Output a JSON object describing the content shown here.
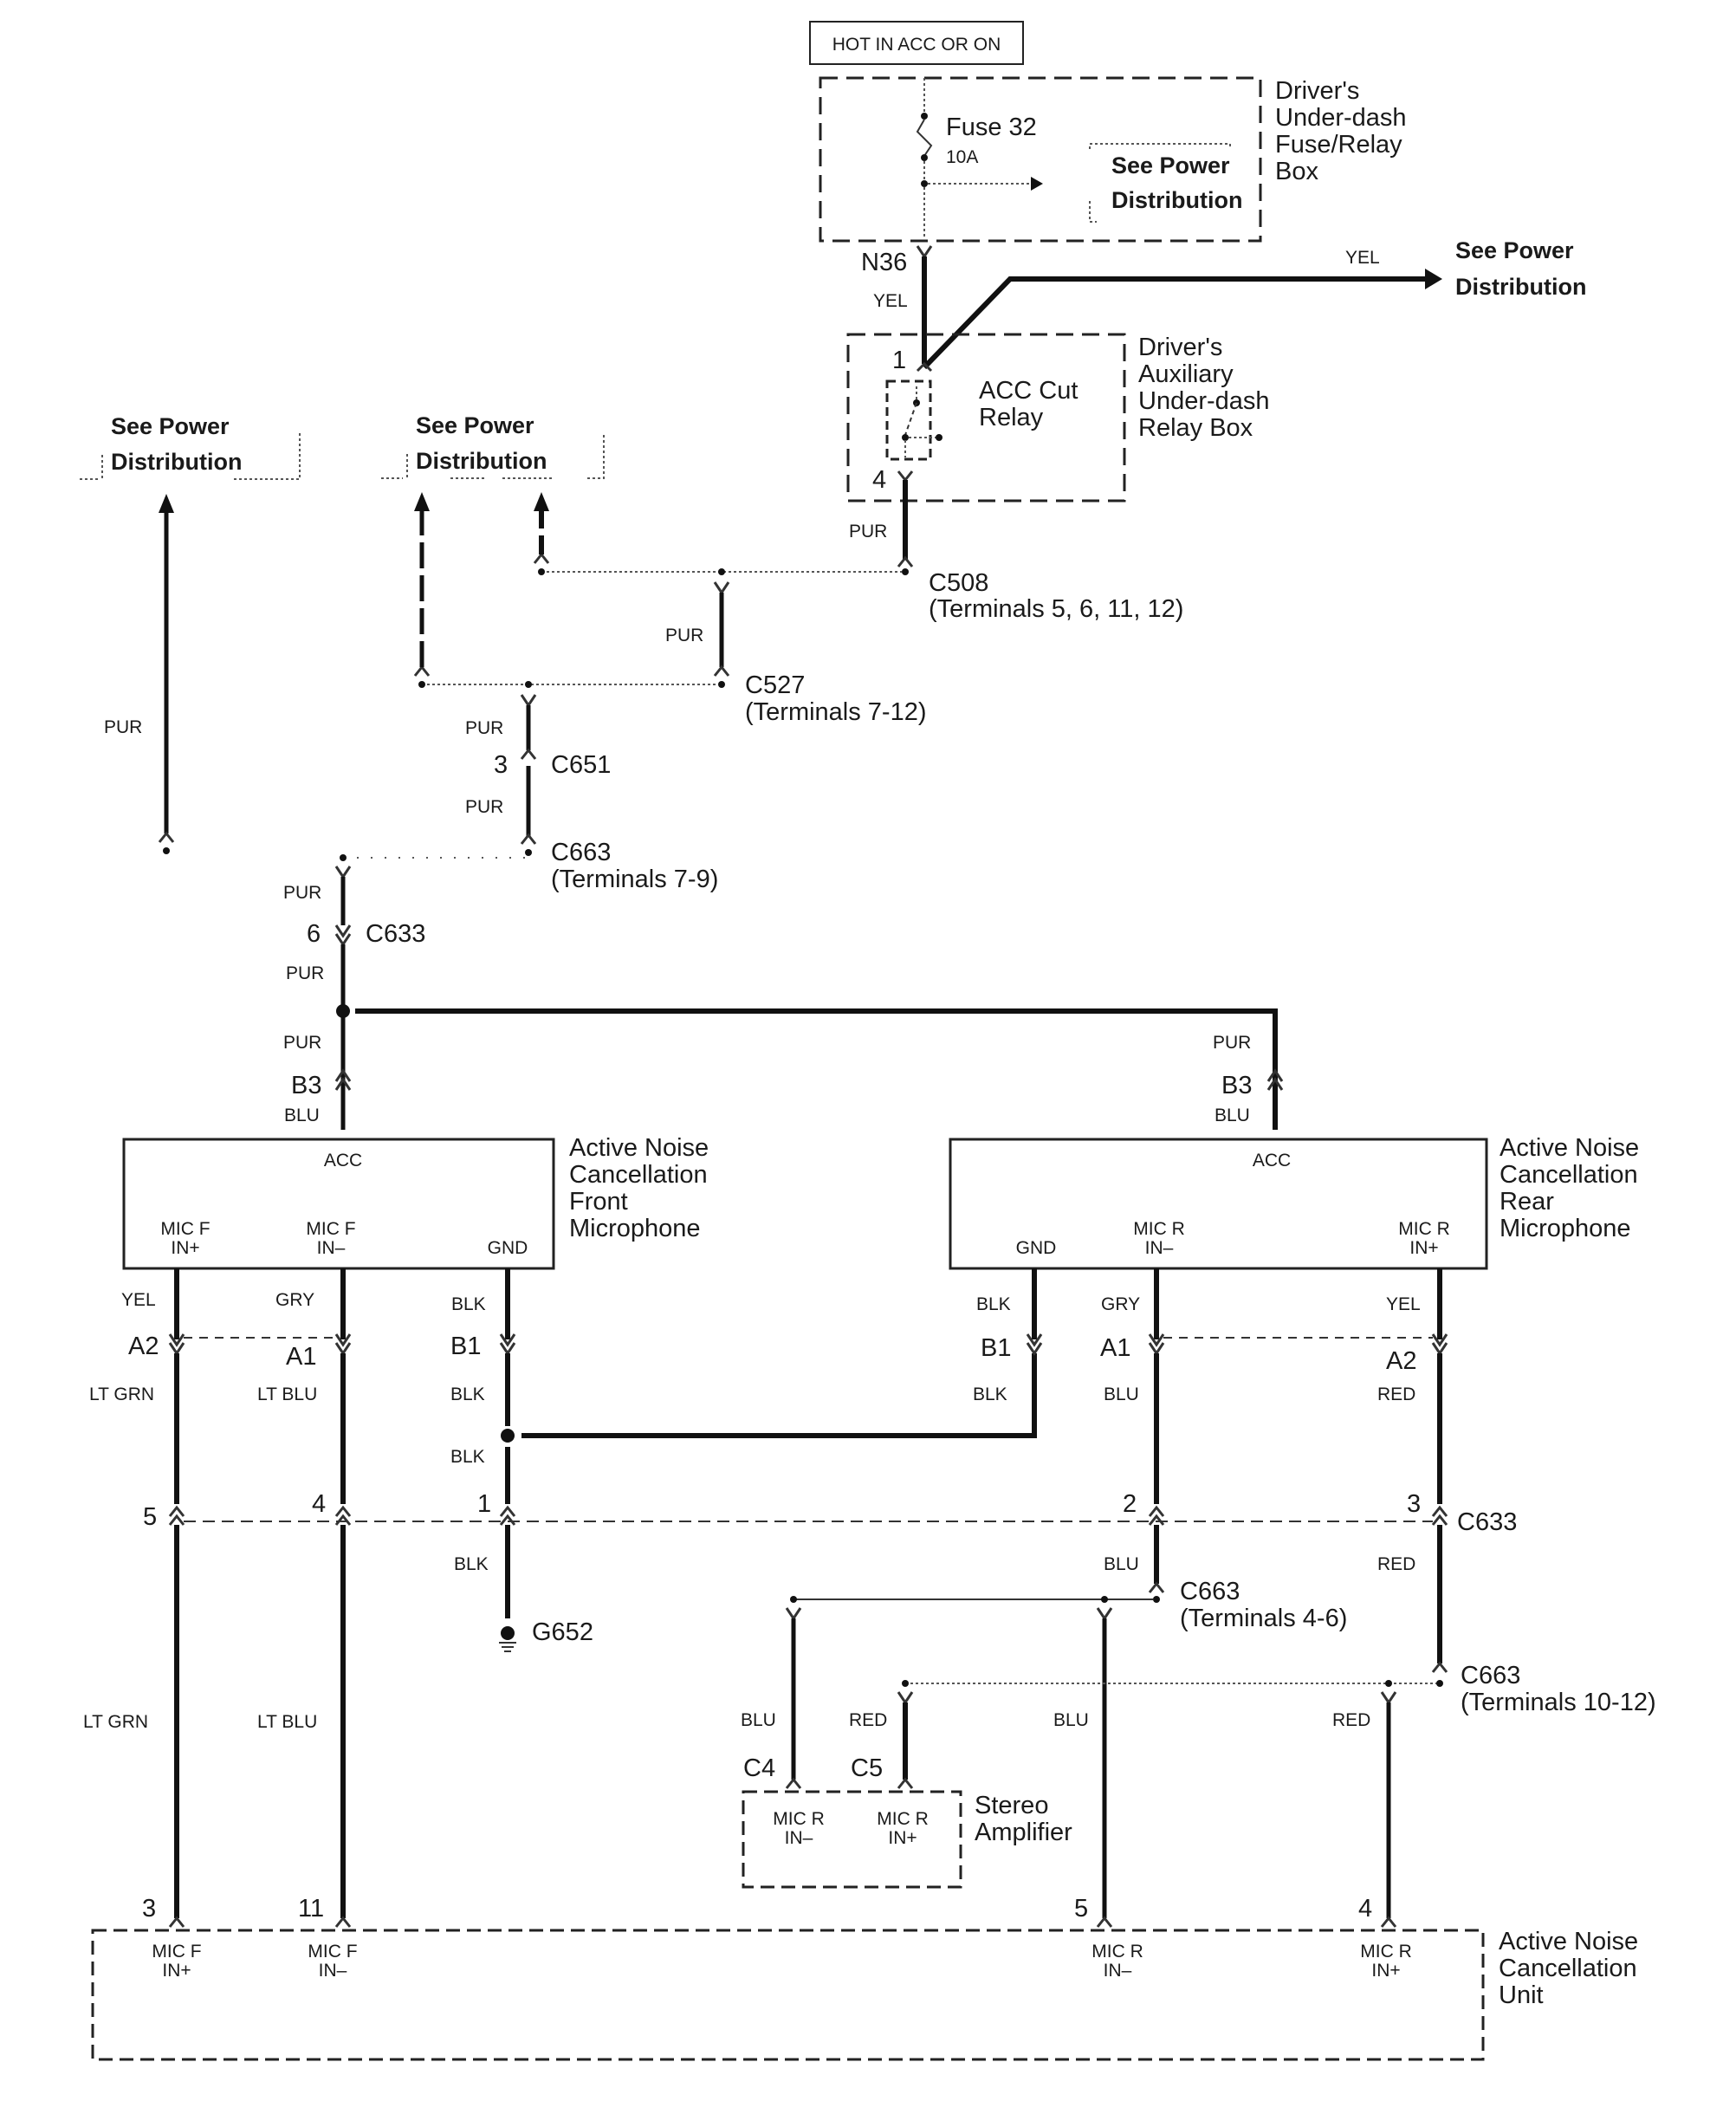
{
  "header": {
    "hot_label": "HOT IN ACC OR ON"
  },
  "fuse_box": {
    "name_lines": [
      "Driver's",
      "Under-dash",
      "Fuse/Relay",
      "Box"
    ],
    "fuse_label": "Fuse 32",
    "fuse_rating": "10A",
    "see_power": [
      "See Power",
      "Distribution"
    ]
  },
  "n36": {
    "connector": "N36",
    "wire_color": "YEL"
  },
  "yel_branch": {
    "wire_color": "YEL",
    "see_power": [
      "See Power",
      "Distribution"
    ]
  },
  "relay_box": {
    "name_lines": [
      "Driver's",
      "Auxiliary",
      "Under-dash",
      "Relay Box"
    ],
    "relay_lines": [
      "ACC Cut",
      "Relay"
    ],
    "pin_in": "1",
    "pin_out": "4",
    "out_wire_color": "PUR"
  },
  "c508": {
    "name": "C508",
    "terminals": "(Terminals 5, 6, 11, 12)"
  },
  "c527": {
    "name": "C527",
    "terminals": "(Terminals 7-12)",
    "wire_color": "PUR"
  },
  "c651": {
    "name": "C651",
    "pin": "3",
    "wire_above": "PUR",
    "wire_below": "PUR"
  },
  "c663_top": {
    "name": "C663",
    "terminals": "(Terminals 7-9)"
  },
  "see_power_left": [
    "See Power",
    "Distribution"
  ],
  "see_power_mid": [
    "See Power",
    "Distribution"
  ],
  "left_feed": {
    "wire_color": "PUR"
  },
  "c633_top": {
    "name": "C633",
    "pin": "6",
    "wire_above": "PUR",
    "wire_below": "PUR"
  },
  "junction": {
    "left_color": "PUR",
    "right_color": "PUR"
  },
  "front_mic": {
    "name_lines": [
      "Active Noise",
      "Cancellation",
      "Front",
      "Microphone"
    ],
    "acc_pin": "B3",
    "acc_wire_above": "PUR",
    "acc_wire_below": "BLU",
    "acc_label": "ACC",
    "pins": [
      {
        "label1": "MIC F",
        "label2": "IN+",
        "wire_top": "YEL",
        "conn": "A2",
        "wire_mid": "LT GRN",
        "c633_pin": "5",
        "wire_bottom": "LT GRN",
        "unit_pin": "3"
      },
      {
        "label1": "MIC F",
        "label2": "IN–",
        "wire_top": "GRY",
        "conn": "A1",
        "wire_mid": "LT BLU",
        "c633_pin": "4",
        "wire_bottom": "LT BLU",
        "unit_pin": "11"
      },
      {
        "label1": "",
        "label2": "GND",
        "wire_top": "BLK",
        "conn": "B1",
        "wire_mid": "BLK",
        "wire_mid2": "BLK",
        "c633_pin": "1",
        "wire_bottom": "BLK",
        "ground": "G652"
      }
    ]
  },
  "rear_mic": {
    "name_lines": [
      "Active Noise",
      "Cancellation",
      "Rear",
      "Microphone"
    ],
    "acc_pin": "B3",
    "acc_wire_above": "PUR",
    "acc_wire_below": "BLU",
    "acc_label": "ACC",
    "pins": [
      {
        "label1": "",
        "label2": "GND",
        "wire_top": "BLK",
        "conn": "B1",
        "wire_mid": "BLK"
      },
      {
        "label1": "MIC R",
        "label2": "IN–",
        "wire_top": "GRY",
        "conn": "A1",
        "wire_mid": "BLU",
        "c633_pin": "2",
        "wire_bottom": "BLU"
      },
      {
        "label1": "MIC R",
        "label2": "IN+",
        "wire_top": "YEL",
        "conn": "A2",
        "wire_mid": "RED",
        "c633_pin": "3",
        "wire_bottom": "RED"
      }
    ]
  },
  "c633_bottom": {
    "name": "C633"
  },
  "c663_mid": {
    "name": "C663",
    "terminals": "(Terminals 4-6)"
  },
  "c663_low": {
    "name": "C663",
    "terminals": "(Terminals 10-12)"
  },
  "amp": {
    "name_lines": [
      "Stereo",
      "Amplifier"
    ],
    "pins": [
      {
        "conn": "C4",
        "wire": "BLU",
        "label1": "MIC R",
        "label2": "IN–"
      },
      {
        "conn": "C5",
        "wire": "RED",
        "label1": "MIC R",
        "label2": "IN+"
      }
    ]
  },
  "unit_rear_wires": {
    "blu": "BLU",
    "red": "RED",
    "pin_blu": "5",
    "pin_red": "4"
  },
  "anc_unit": {
    "name_lines": [
      "Active Noise",
      "Cancellation",
      "Unit"
    ],
    "pins": [
      {
        "label1": "MIC F",
        "label2": "IN+"
      },
      {
        "label1": "MIC F",
        "label2": "IN–"
      },
      {
        "label1": "MIC R",
        "label2": "IN–"
      },
      {
        "label1": "MIC R",
        "label2": "IN+"
      }
    ]
  }
}
